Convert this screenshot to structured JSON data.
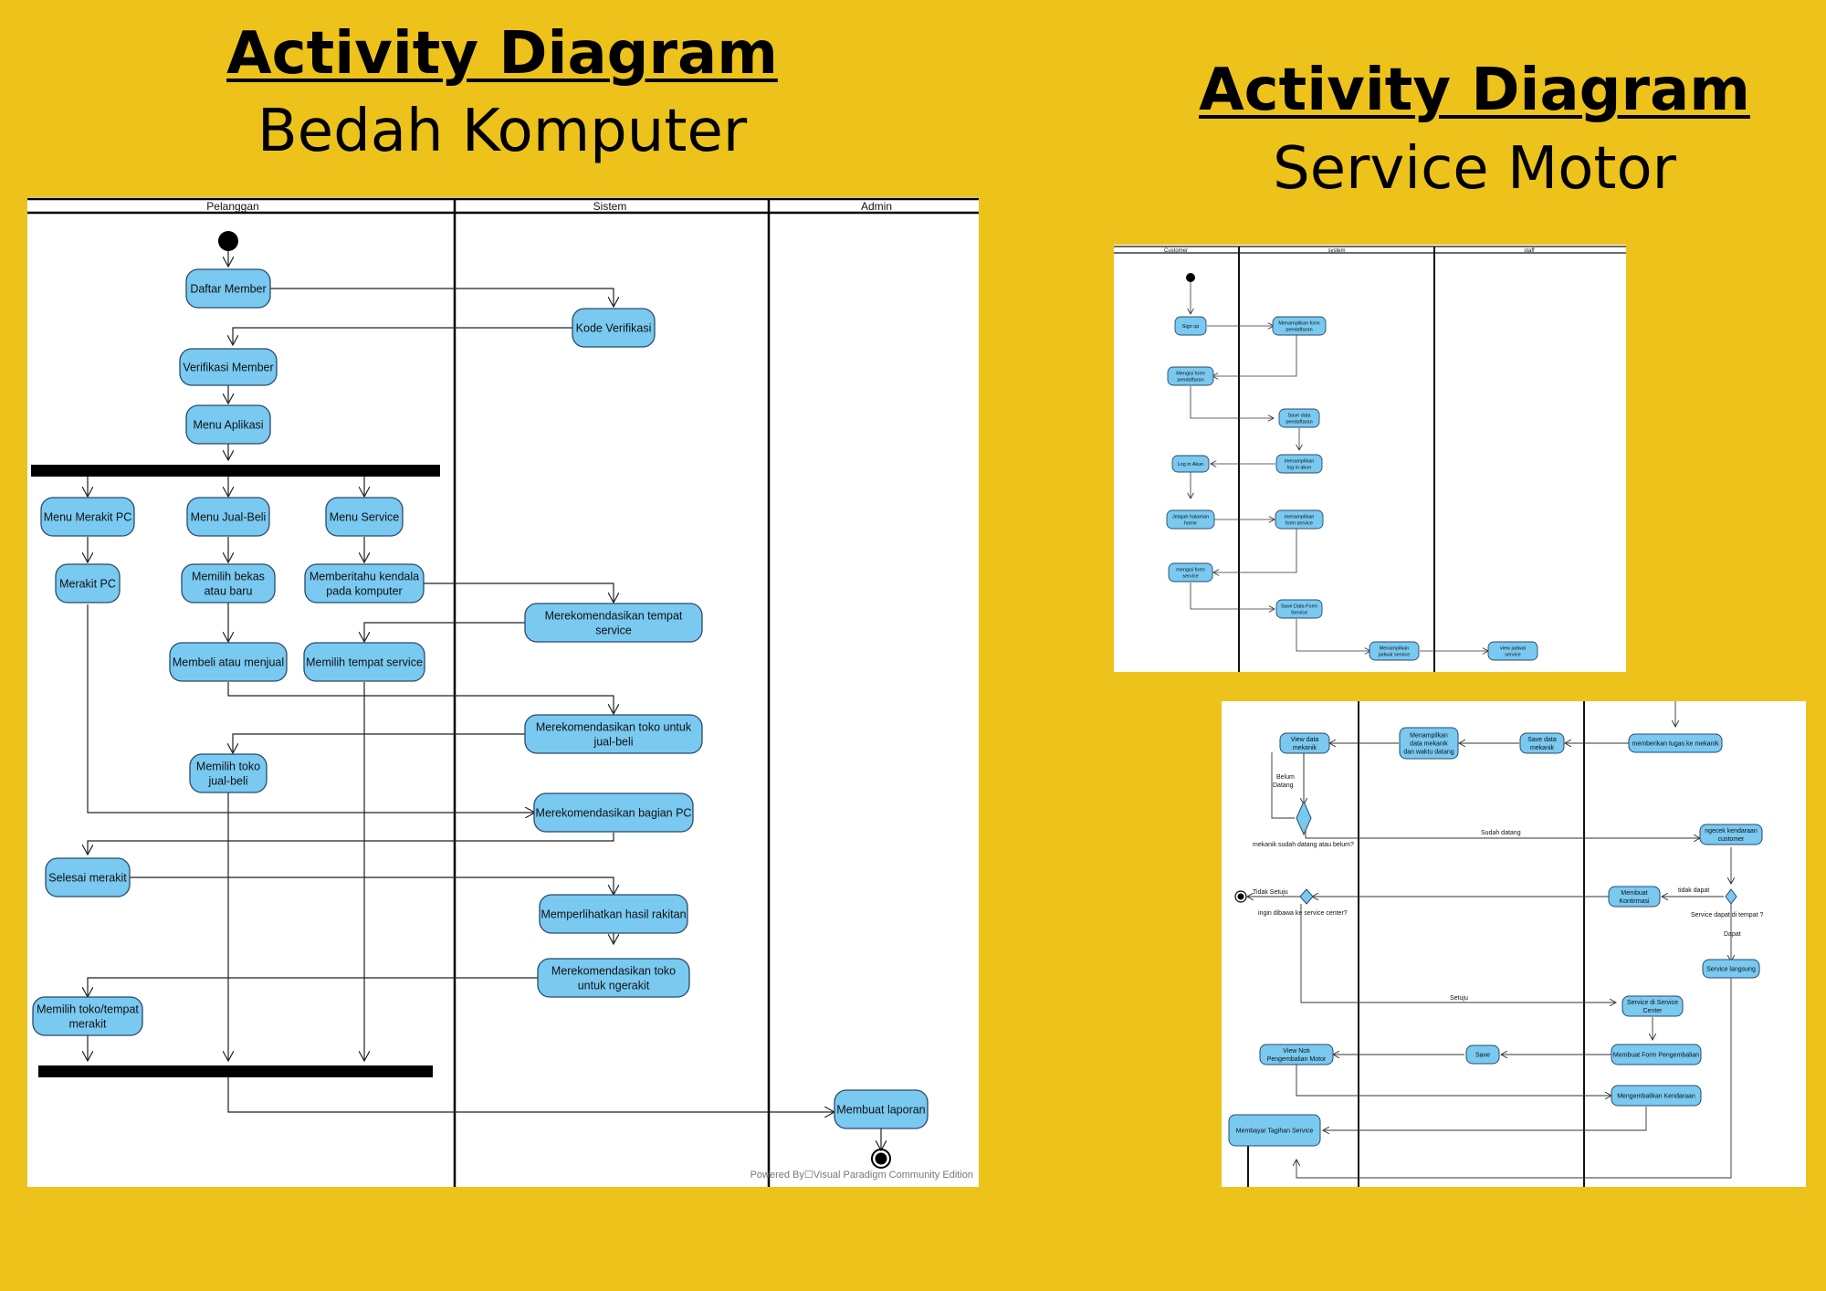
{
  "headings": {
    "left": {
      "title": "Activity Diagram",
      "subtitle": "Bedah Komputer"
    },
    "right": {
      "title": "Activity Diagram",
      "subtitle": "Service Motor"
    }
  },
  "colors": {
    "background": "#edc31b",
    "activity_fill": "#79c9f0",
    "activity_stroke": "#2a4a6a"
  },
  "bedah": {
    "lanes": [
      "Pelanggan",
      "Sistem",
      "Admin"
    ],
    "activities": {
      "daftar": "Daftar Member",
      "kode": "Kode Verifikasi",
      "verifikasi": "Verifikasi Member",
      "menu_app": "Menu Aplikasi",
      "menu_rakit": "Menu Merakit PC",
      "menu_jual": "Menu Jual-Beli",
      "menu_service": "Menu Service",
      "rakit": "Merakit PC",
      "pilih_bekas": [
        "Memilih bekas",
        "atau baru"
      ],
      "beritahu": [
        "Memberitahu kendala",
        "pada komputer"
      ],
      "rek_service": [
        "Merekomendasikan tempat",
        "service"
      ],
      "beli": "Membeli atau menjual",
      "pilih_service": "Memilih tempat service",
      "rek_toko": [
        "Merekomendasikan toko untuk",
        "jual-beli"
      ],
      "pilih_toko": [
        "Memilih toko",
        "jual-beli"
      ],
      "rek_bagian": "Merekomendasikan bagian PC",
      "selesai": "Selesai merakit",
      "hasil": "Memperlihatkan hasil rakitan",
      "rek_ngerakit": [
        "Merekomendasikan toko",
        "untuk ngerakit"
      ],
      "pilih_tempat": [
        "Memilih toko/tempat",
        "merakit"
      ],
      "laporan": "Membuat laporan"
    },
    "watermark": "Powered By☐Visual Paradigm Community Edition"
  },
  "motor1": {
    "lanes": [
      "Customer",
      "system",
      "staff"
    ],
    "activities": {
      "signup": "Sign up",
      "tampil_form": [
        "Menampilkan form",
        "pendaftaran"
      ],
      "isi_form": [
        "Mengisi form",
        "pendaftaran"
      ],
      "save_data": [
        "Save data",
        "pendaftaran"
      ],
      "tampil_login": [
        "menampilkan",
        "log in akun"
      ],
      "login": "Log in Akun",
      "jelajah": [
        "Jelajah halaman",
        "home"
      ],
      "tampil_service": [
        "menampilkan",
        "form service"
      ],
      "isi_service": [
        "mengisi form",
        "service"
      ],
      "save_service": [
        "Save Data Form",
        "Service"
      ],
      "tampil_jadwal": [
        "Menampilkan",
        "jadwal service"
      ],
      "view_jadwal": [
        "view jadwal",
        "service"
      ]
    }
  },
  "motor2": {
    "activities": {
      "tugas": "memberikan tugas ke mekanik",
      "save_mekanik": [
        "Save data",
        "mekanik"
      ],
      "tampil_mekanik": [
        "Menampilkan",
        "data mekanik",
        "dan waktu datang"
      ],
      "view_mekanik": [
        "View data",
        "mekanik"
      ],
      "cek": [
        "ngecek kendaraan",
        "customer"
      ],
      "kontirmasi": [
        "Membuat",
        "Kontirmasi"
      ],
      "service_langsung": "Service langsung",
      "service_center": [
        "Service di Service",
        "Center"
      ],
      "form_pengembalian": "Membuat Form Pengembalian",
      "save": "Save",
      "view_noti": [
        "View Noti",
        "Pengembalian Motor"
      ],
      "pengembalian": "Mengembalikan Kendaraan",
      "bayar": "Membayar Tagihan Service"
    },
    "labels": {
      "belum": [
        "Belum",
        "Datang"
      ],
      "decision1": "mekanik sudah datang atau belum?",
      "sudah": "Sudah datang",
      "tidak_setuju": "Tidak Setuju",
      "decision2": "ingin dibawa ke service center?",
      "tidak_dapat": "tidak dapat",
      "decision3": "Service dapat di tempat ?",
      "dapat": "Dapat",
      "setuju": "Setuju"
    }
  }
}
